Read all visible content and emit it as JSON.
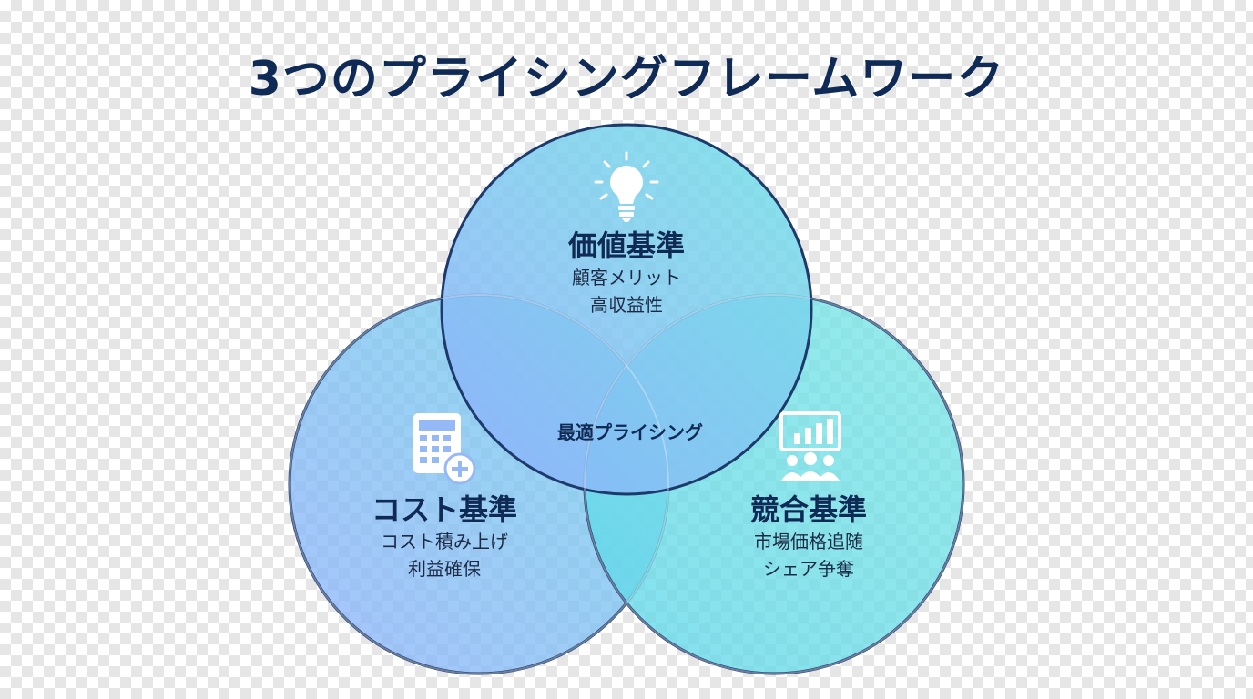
{
  "title": "3つのプライシングフレームワーク",
  "colors": {
    "title": "#0f2a55",
    "circle_stroke": "#1d3a6b",
    "blue": "#8fb4f8",
    "cyan": "#6fe0e6"
  },
  "circles": {
    "value": {
      "heading": "価値基準",
      "lines": [
        "顧客メリット",
        "高収益性"
      ],
      "icon": "lightbulb-icon"
    },
    "cost": {
      "heading": "コスト基準",
      "lines": [
        "コスト積み上げ",
        "利益確保"
      ],
      "icon": "calculator-plus-icon"
    },
    "competition": {
      "heading": "競合基準",
      "lines": [
        "市場価格追随",
        "シェア争奪"
      ],
      "icon": "presentation-chart-audience-icon"
    }
  },
  "center": "最適プライシング"
}
